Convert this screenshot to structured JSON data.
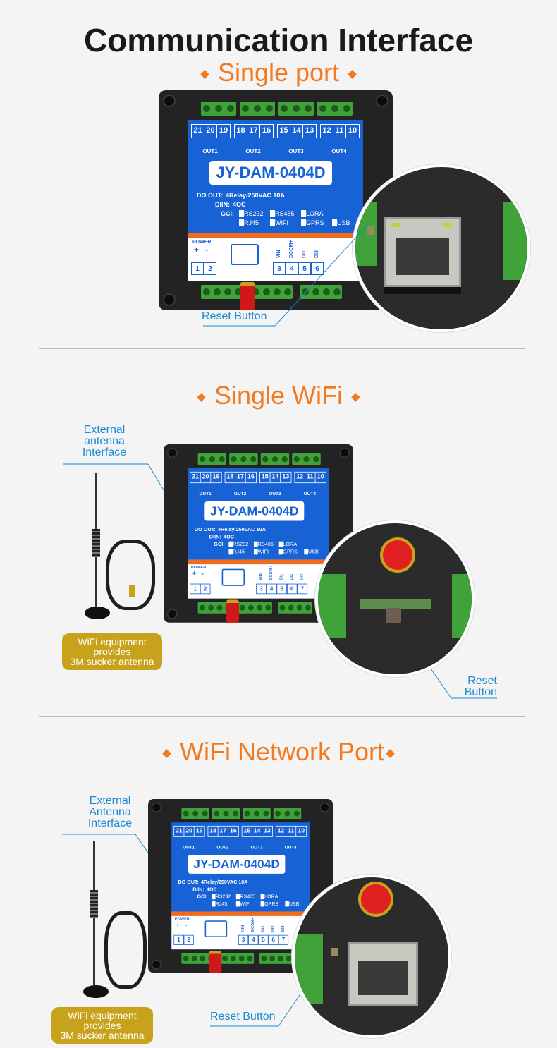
{
  "page_title": "Communication Interface",
  "sections": [
    {
      "heading": "Single port",
      "reset_label": "Reset Button"
    },
    {
      "heading": "Single WiFi",
      "antenna_label": [
        "External",
        "antenna",
        "Interface"
      ],
      "badge": [
        "WiFi equipment",
        "provides",
        "3M sucker antenna"
      ],
      "reset_label": [
        "Reset",
        "Button"
      ]
    },
    {
      "heading": "WiFi Network Port",
      "antenna_label": [
        "External",
        "Antenna",
        "Interface"
      ],
      "badge": [
        "WiFi equipment",
        "provides",
        "3M sucker antenna"
      ],
      "reset_label": "Reset Button"
    }
  ],
  "device": {
    "terminal_groups": [
      [
        "21",
        "20",
        "19"
      ],
      [
        "18",
        "17",
        "16"
      ],
      [
        "15",
        "14",
        "13"
      ],
      [
        "12",
        "11",
        "10"
      ]
    ],
    "outputs": [
      "OUT1",
      "OUT2",
      "OUT3",
      "OUT4"
    ],
    "model": "JY-DAM-0404D",
    "specs": [
      {
        "label": "DO OUT:",
        "value": "4Relay/250VAC 10A"
      },
      {
        "label": "DIIN:",
        "value": "4OC"
      },
      {
        "label": "GCI:",
        "value": ""
      }
    ],
    "gci_options": [
      "RS232",
      "RS485",
      "LORA",
      "RJ45",
      "WIFI",
      "GPRS",
      "USB"
    ],
    "power_label": "POWER",
    "power_signs": [
      "+",
      "-"
    ],
    "power_pins": [
      "1",
      "2"
    ],
    "inputs": [
      {
        "label": "VIN",
        "pin": "3"
      },
      {
        "label": "DCOM+",
        "pin": "4"
      },
      {
        "label": "DI1",
        "pin": "5"
      },
      {
        "label": "DI2",
        "pin": "6"
      },
      {
        "label": "DI3",
        "pin": "7"
      }
    ]
  },
  "colors": {
    "accent": "#f47a20",
    "callout": "#1a8ad4",
    "badge": "#c9a21c",
    "panel": "#1763d6"
  }
}
